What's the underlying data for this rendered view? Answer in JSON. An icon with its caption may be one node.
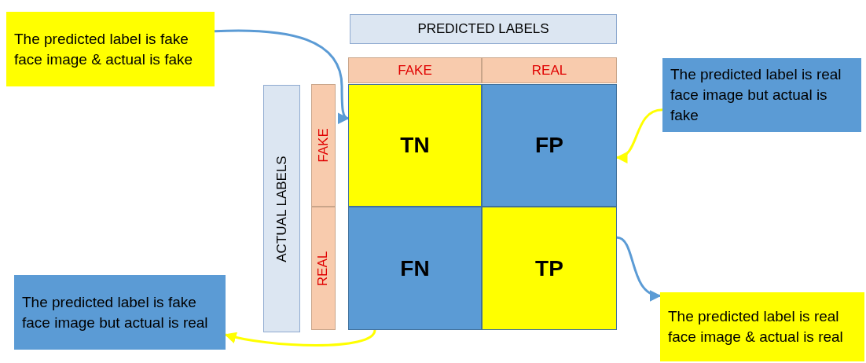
{
  "diagram": {
    "nodes": [
      {
        "text": [
          "PREDICTED LABELS"
        ]
      },
      {
        "text": [
          "FAKE"
        ]
      },
      {
        "text": [
          "REAL"
        ]
      },
      {
        "text": [
          "ACTUAL LABELS"
        ]
      },
      {
        "text": [
          "FAKE"
        ]
      },
      {
        "text": [
          "REAL"
        ]
      },
      {
        "text": [
          "TN"
        ]
      },
      {
        "text": [
          "FP"
        ]
      },
      {
        "text": [
          "FN"
        ]
      },
      {
        "text": [
          "TP"
        ]
      },
      {
        "text": [
          "The predicted label is fake face image & actual is fake"
        ]
      },
      {
        "text": [
          "The predicted label is real face image but actual is fake"
        ]
      },
      {
        "text": [
          "The predicted label is fake face image but actual is real"
        ]
      },
      {
        "text": [
          "The predicted label is real face image & actual is real"
        ]
      }
    ],
    "edges": [
      {
        "from": 10,
        "to": 6,
        "arrow": "to",
        "color": "#5b9bd5"
      },
      {
        "from": 11,
        "to": 7,
        "arrow": "to",
        "color": "#ffff00"
      },
      {
        "from": 8,
        "to": 12,
        "arrow": "to",
        "color": "#ffff00"
      },
      {
        "from": 9,
        "to": 13,
        "arrow": "to",
        "color": "#5b9bd5"
      }
    ]
  }
}
